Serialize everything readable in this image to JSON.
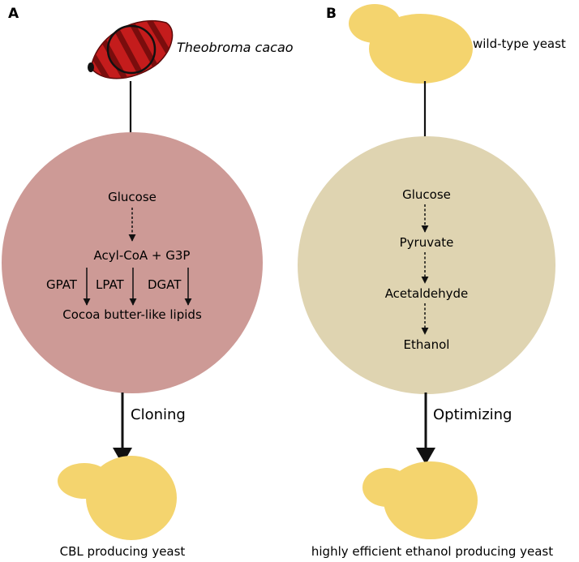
{
  "panels": {
    "a": {
      "letter": "A",
      "organism": "Theobroma cacao",
      "circle_color": "#cd9a96",
      "pathway": {
        "glucose": "Glucose",
        "intermediate": "Acyl-CoA + G3P",
        "enzymes": [
          "GPAT",
          "LPAT",
          "DGAT"
        ],
        "product": "Cocoa butter-like lipids"
      },
      "process": "Cloning",
      "result": "CBL producing yeast"
    },
    "b": {
      "letter": "B",
      "organism": "wild-type yeast",
      "circle_color": "#dfd4b1",
      "pathway": {
        "steps": [
          "Glucose",
          "Pyruvate",
          "Acetaldehyde",
          "Ethanol"
        ]
      },
      "process": "Optimizing",
      "result": "highly efficient ethanol producing yeast"
    }
  },
  "colors": {
    "yeast": "#f4d46e",
    "cacao_pod": "#c41c1c",
    "cacao_stripe": "#7a0d0d",
    "line": "#111111"
  },
  "icons": {
    "cacao": "cacao-pod-icon",
    "yeast": "yeast-cell-icon"
  }
}
